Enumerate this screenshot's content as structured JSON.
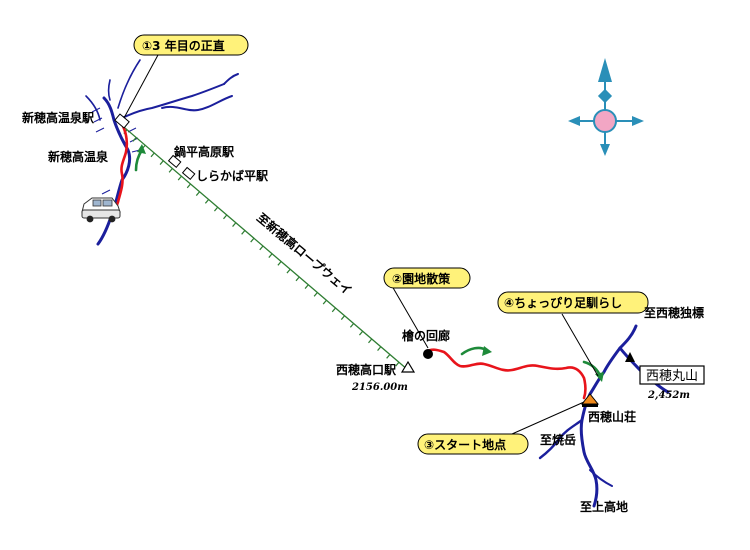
{
  "colors": {
    "river": "#1b1f9c",
    "route": "#e8141b",
    "ropeway": "#2e7d32",
    "arrow": "#1e8a3a",
    "callout_fill": "#fff27a",
    "compass": "#2a8fb8",
    "compass_center": "#f2a6c4"
  },
  "callouts": {
    "c1": "①3 年目の正直",
    "c2": "②園地散策",
    "c3": "③スタート地点",
    "c4": "④ちょっぴり足馴らし"
  },
  "labels": {
    "shinhotaka_onsen_station": "新穂高温泉駅",
    "shinhotaka_onsen": "新穂高温泉",
    "nabedaira_station": "鍋平高原駅",
    "shirakabadaira_station": "しらかば平駅",
    "ropeway": "至新穂高ロープウェイ",
    "nishihotaka_guchi_station": "西穂高口駅",
    "station_elevation": "2156.00m",
    "hinoki_kairo": "檜の回廊",
    "nishihotaka_sanso": "西穂山荘",
    "to_yakedake": "至焼岳",
    "to_kamikochi": "至上高地",
    "to_nishihotaka_dokuhyo": "至西穂独標",
    "peak_name": "西穂丸山",
    "peak_elevation": "2,452m"
  },
  "icons": {
    "compass": "compass-rose-icon",
    "vehicle": "car-icon",
    "hut": "mountain-hut-icon",
    "peak": "summit-triangle-icon",
    "station": "ropeway-station-icon",
    "landmark": "landmark-dot-icon",
    "direction": "direction-arrow-icon"
  }
}
